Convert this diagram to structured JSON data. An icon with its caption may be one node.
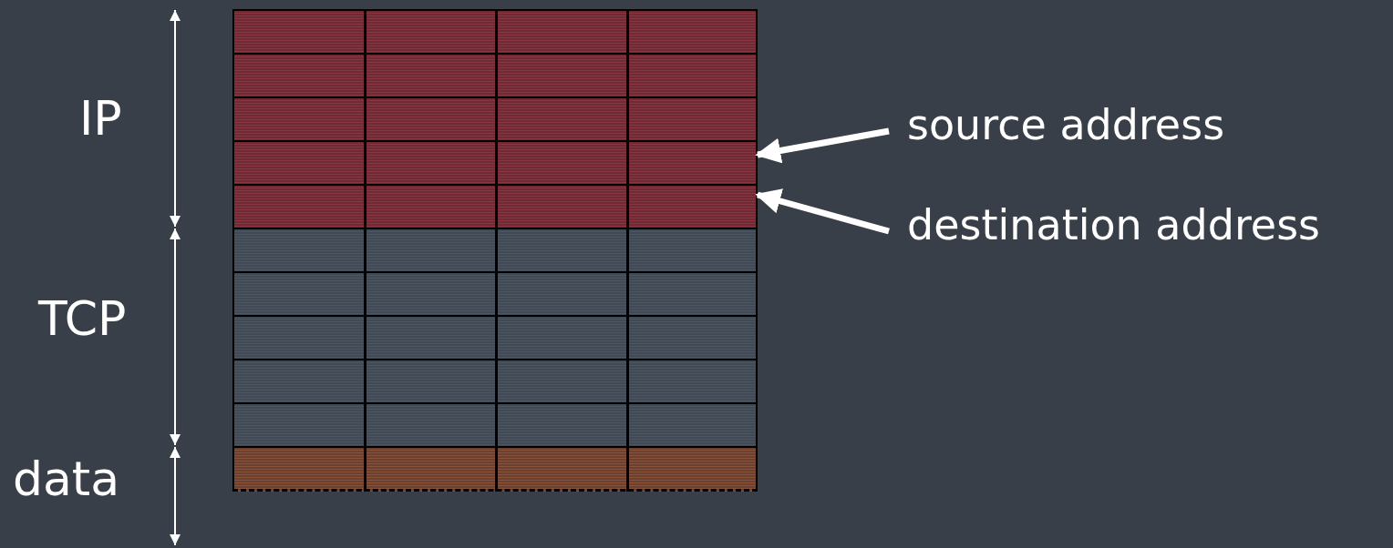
{
  "diagram": {
    "nodes": [
      {
        "text": [],
        "shape": "bar"
      },
      {
        "text": [],
        "shape": "bar"
      },
      {
        "text": [],
        "shape": "bar"
      },
      {
        "text": [],
        "shape": "bar"
      },
      {
        "text": [],
        "shape": "bar"
      },
      {
        "text": [],
        "shape": "bar"
      },
      {
        "text": [],
        "shape": "bar"
      },
      {
        "text": [],
        "shape": "bar"
      },
      {
        "text": [],
        "shape": "bar"
      },
      {
        "text": [],
        "shape": "bar"
      },
      {
        "text": [],
        "shape": "bar"
      },
      {
        "text": [
          "source address"
        ]
      },
      {
        "text": [
          "destination address"
        ]
      }
    ],
    "edges": [
      {
        "from": 11,
        "to": 3,
        "arrow": "to"
      },
      {
        "from": 12,
        "to": 4,
        "arrow": "to"
      }
    ],
    "labels": [
      "IP",
      "TCP",
      "data"
    ]
  }
}
